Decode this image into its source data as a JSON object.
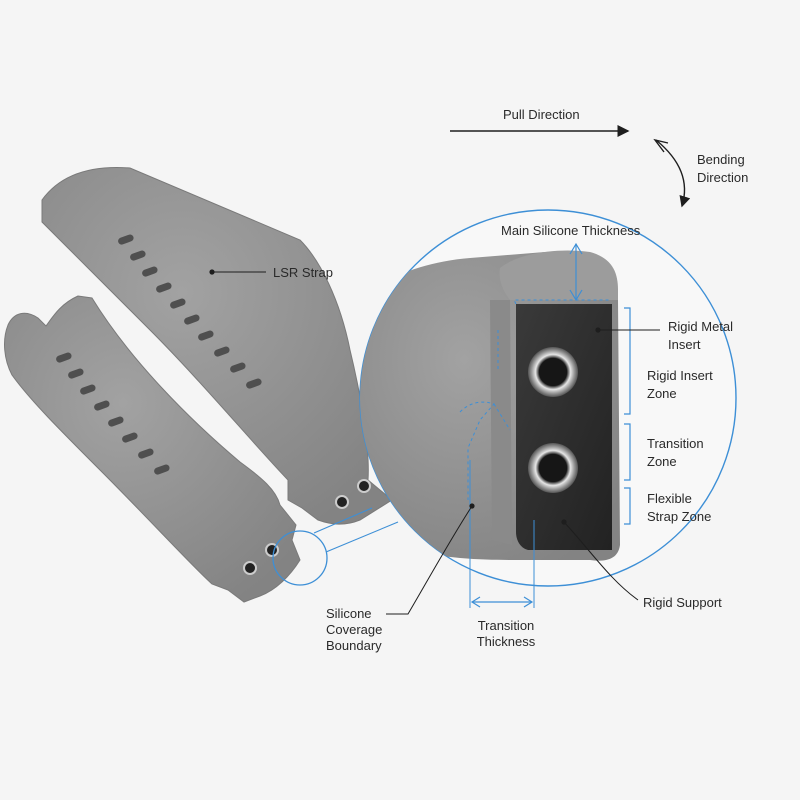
{
  "labels": {
    "pull_direction": "Pull Direction",
    "bending_direction_1": "Bending",
    "bending_direction_2": "Direction",
    "main_silicone_thickness": "Main Silicone Thickness",
    "lsr_strap": "LSR Strap",
    "rigid_metal_insert_1": "Rigid Metal",
    "rigid_metal_insert_2": "Insert",
    "rigid_insert_zone_1": "Rigid Insert",
    "rigid_insert_zone_2": "Zone",
    "transition_zone_1": "Transition",
    "transition_zone_2": "Zone",
    "flexible_strap_zone_1": "Flexible",
    "flexible_strap_zone_2": "Strap Zone",
    "rigid_support": "Rigid Support",
    "silicone_coverage_boundary_1": "Silicone",
    "silicone_coverage_boundary_2": "Coverage",
    "silicone_coverage_boundary_3": "Boundary",
    "transition_thickness_1": "Transition",
    "transition_thickness_2": "Thickness"
  },
  "colors": {
    "background": "#f5f5f5",
    "silicone": "#8f8f8f",
    "silicone_dark": "#6f6f6f",
    "metal_insert": "#2f2f2f",
    "callout_blue": "#3d8fd6",
    "leader": "#1e1e1e",
    "text": "#2a2a2a"
  }
}
